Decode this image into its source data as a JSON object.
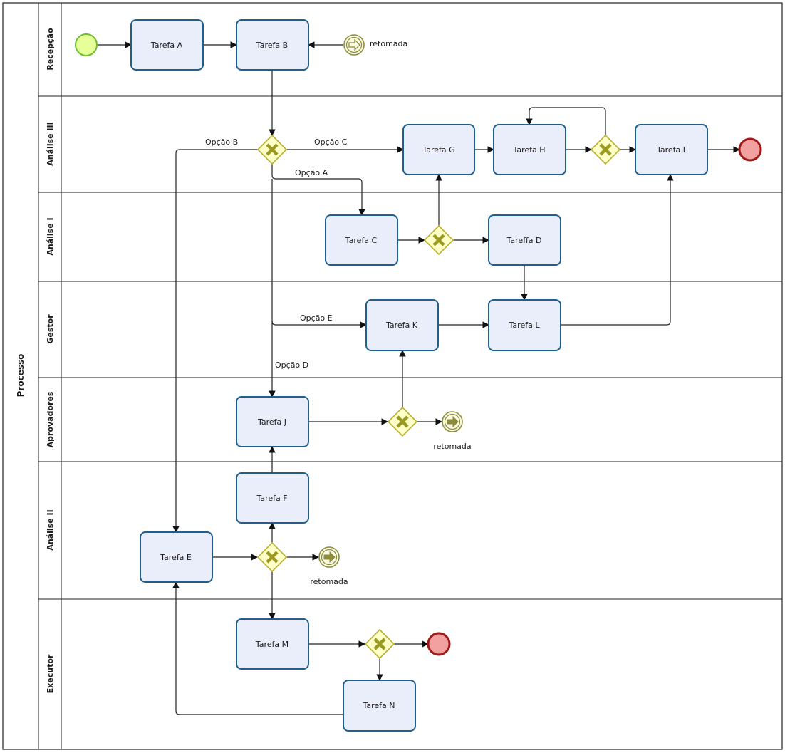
{
  "pool": {
    "name": "Processo"
  },
  "lanes": [
    {
      "id": "recepcao",
      "name": "Recepção"
    },
    {
      "id": "analise3",
      "name": "Análise III"
    },
    {
      "id": "analise1",
      "name": "Análise I"
    },
    {
      "id": "gestor",
      "name": "Gestor"
    },
    {
      "id": "aprovadores",
      "name": "Aprovadores"
    },
    {
      "id": "analise2",
      "name": "Análise II"
    },
    {
      "id": "executor",
      "name": "Executor"
    }
  ],
  "tasks": {
    "a": "Tarefa A",
    "b": "Tarefa B",
    "c": "Tarefa C",
    "d": "Tareffa D",
    "e": "Tarefa E",
    "f": "Tarefa F",
    "g": "Tarefa G",
    "h": "Tarefa H",
    "i": "Tarefa I",
    "j": "Tarefa J",
    "k": "Tarefa K",
    "l": "Tarefa L",
    "m": "Tarefa M",
    "n": "Tarefa N"
  },
  "events": {
    "retomada_catch": "retomada",
    "retomada_throw_aprovadores": "retomada",
    "retomada_throw_analise2": "retomada"
  },
  "flow_labels": {
    "opcao_a": "Opção A",
    "opcao_b": "Opção B",
    "opcao_c": "Opção C",
    "opcao_d": "Opção D",
    "opcao_e": "Opção E"
  },
  "colors": {
    "start_fill": "#e6ff99",
    "start_stroke": "#6abf2a",
    "end_fill": "#f2a0a0",
    "end_stroke": "#a01818",
    "gateway_fill": "#ffffc8",
    "gateway_stroke": "#b8b030",
    "gateway_mark": "#9a9a20",
    "intermediate_fill": "#fbfbe4",
    "intermediate_stroke": "#8c8c3c",
    "task_fill": "#eaeefb",
    "task_stroke": "#1f5f8b"
  }
}
